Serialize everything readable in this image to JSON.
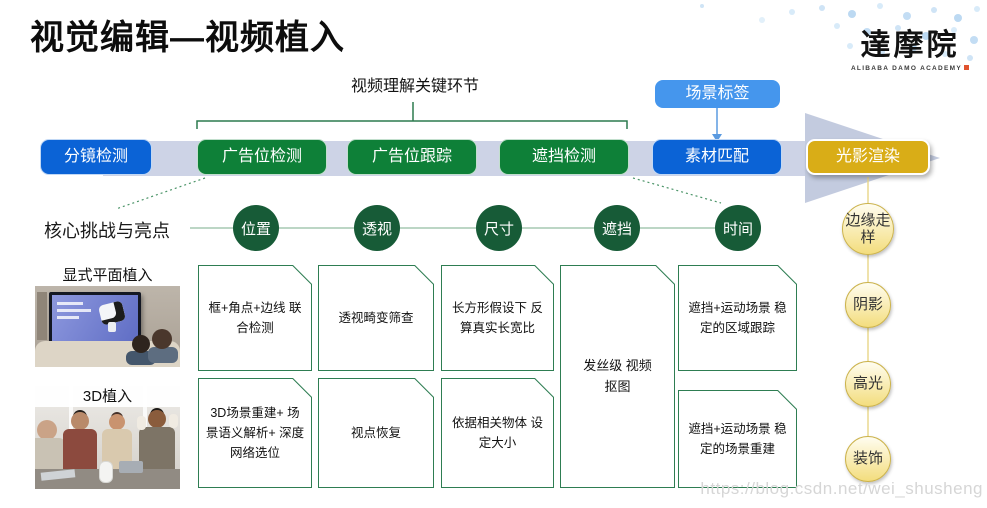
{
  "slide": {
    "title": "视觉编辑—视频植入",
    "logo_text": "達摩院",
    "logo_subtitle": "ALIBABA DAMO ACADEMY",
    "watermark": "https://blog.csdn.net/wei_shusheng"
  },
  "pipeline": {
    "bracket_label": "视频理解关键环节",
    "scene_tag_label": "场景标签",
    "steps": [
      {
        "label": "分镜检测",
        "color": "#0b63d6"
      },
      {
        "label": "广告位检测",
        "color": "#0e8038"
      },
      {
        "label": "广告位跟踪",
        "color": "#0e8038"
      },
      {
        "label": "遮挡检测",
        "color": "#0e8038"
      },
      {
        "label": "素材匹配",
        "color": "#0b63d6"
      },
      {
        "label": "光影渲染",
        "color": "#d9ad17"
      }
    ]
  },
  "challenges": {
    "label": "核心挑战与亮点",
    "nodes": [
      "位置",
      "透视",
      "尺寸",
      "遮挡",
      "时间"
    ]
  },
  "matrix": {
    "row1": {
      "image_label": "显式平面植入",
      "cells": [
        "框+角点+边线 联合检测",
        "透视畸变筛查",
        "长方形假设下 反算真实长宽比",
        "遮挡+运动场景 稳定的区域跟踪"
      ]
    },
    "row2": {
      "image_label": "3D植入",
      "cells": [
        "3D场景重建+ 场景语义解析+ 深度网络选位",
        "视点恢复",
        "依据相关物体 设定大小",
        "遮挡+运动场景 稳定的场景重建"
      ]
    },
    "shared_cell": "发丝级 视频抠图"
  },
  "render_effects": [
    "边缘走样",
    "阴影",
    "高光",
    "装饰"
  ],
  "colors": {
    "step_blue": "#0b63d6",
    "step_green": "#0e8038",
    "step_gold": "#d9ad17",
    "scene_tag_blue": "#4596ed",
    "band_lavender": "#cdd3e6",
    "arrow_lavender": "#c3cbdf",
    "node_dark_green": "#175b37",
    "effect_yellow": "#f3dd7d",
    "box_border_green": "#2e7d52"
  }
}
